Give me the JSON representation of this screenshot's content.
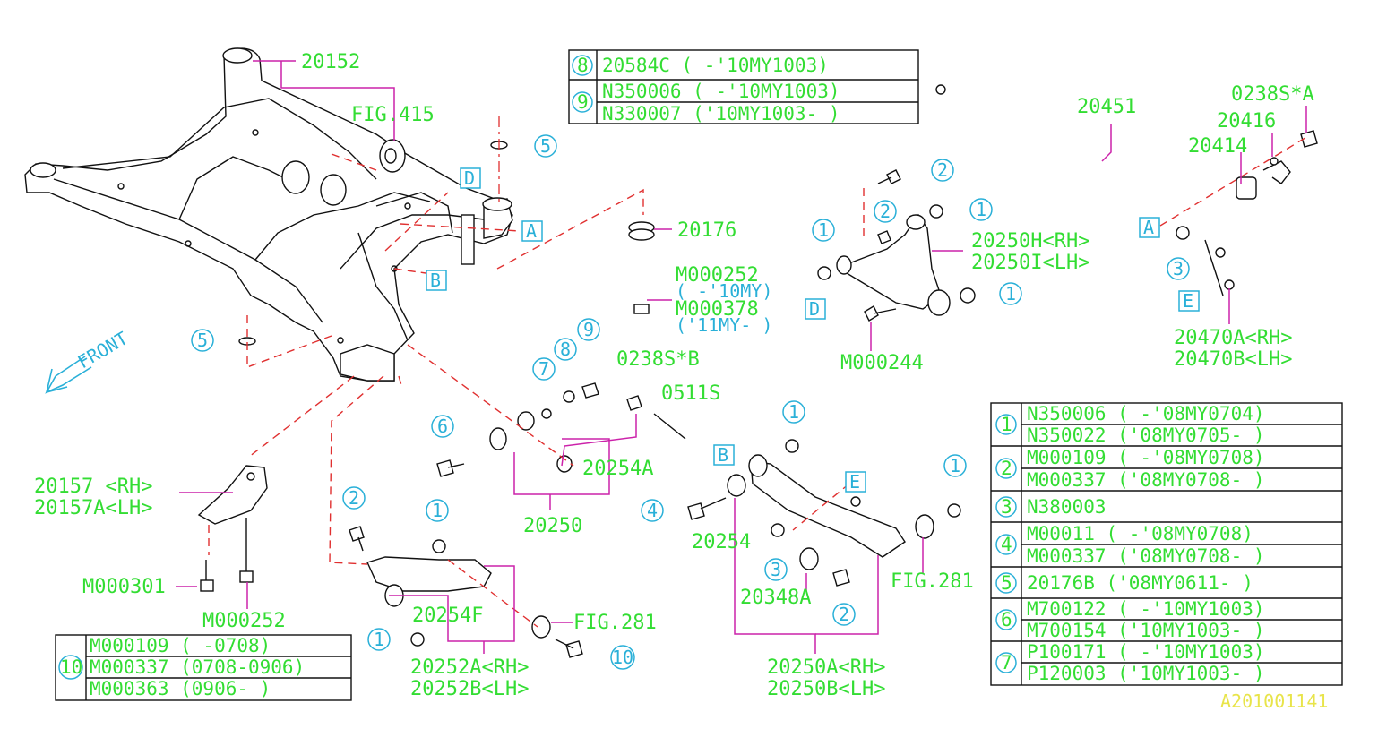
{
  "colors": {
    "part_number": "#33dd33",
    "reference": "#2ab0d8",
    "leader": "#cc22aa",
    "dashed": "#e03030",
    "code": "#e8e44a",
    "line": "#111111"
  },
  "labels": {
    "p20152": "20152",
    "fig415": "FIG.415",
    "p20176": "20176",
    "m000252a": "M000252",
    "m000252a_note": "( -'10MY)",
    "m000378": "M000378",
    "m000378_note": "('11MY- )",
    "p20451": "20451",
    "p0238sa": "0238S*A",
    "p20416": "20416",
    "p20414": "20414",
    "p20250h": "20250H<RH>",
    "p20250i": "20250I<LH>",
    "m000244": "M000244",
    "p20470a": "20470A<RH>",
    "p20470b": "20470B<LH>",
    "p0238sb": "0238S*B",
    "p0511s": "0511S",
    "p20254a": "20254A",
    "p20250": "20250",
    "p20157": "20157 <RH>",
    "p20157a": "20157A<LH>",
    "m000301": "M000301",
    "m000252b": "M000252",
    "p20254f": "20254F",
    "fig281a": "FIG.281",
    "p20252a": "20252A<RH>",
    "p20252b": "20252B<LH>",
    "p20254": "20254",
    "p20348a": "20348A",
    "fig281b": "FIG.281",
    "p20250a": "20250A<RH>",
    "p20250b": "20250B<LH>",
    "front": "FRONT",
    "diagram_code": "A201001141"
  },
  "refs": {
    "one": "1",
    "two": "2",
    "three": "3",
    "four": "4",
    "five": "5",
    "six": "6",
    "seven": "7",
    "eight": "8",
    "nine": "9",
    "ten": "10",
    "A": "A",
    "B": "B",
    "D": "D",
    "E": "E"
  },
  "top_table": {
    "rows": [
      {
        "num": "8",
        "lines": [
          "20584C (    -'10MY1003)"
        ]
      },
      {
        "num": "9",
        "lines": [
          "N350006 (    -'10MY1003)",
          "N330007 ('10MY1003-    )"
        ]
      }
    ]
  },
  "right_table": {
    "rows": [
      {
        "num": "1",
        "lines": [
          "N350006 (     -'08MY0704)",
          "N350022 ('08MY0705-     )"
        ]
      },
      {
        "num": "2",
        "lines": [
          "M000109 (     -'08MY0708)",
          "M000337 ('08MY0708-     )"
        ]
      },
      {
        "num": "3",
        "lines": [
          "N380003"
        ]
      },
      {
        "num": "4",
        "lines": [
          "M00011  (     -'08MY0708)",
          "M000337 ('08MY0708-     )"
        ]
      },
      {
        "num": "5",
        "lines": [
          "20176B  ('08MY0611-    )"
        ]
      },
      {
        "num": "6",
        "lines": [
          "M700122 (     -'10MY1003)",
          "M700154 ('10MY1003-     )"
        ]
      },
      {
        "num": "7",
        "lines": [
          "P100171 (     -'10MY1003)",
          "P120003 ('10MY1003-     )"
        ]
      }
    ]
  },
  "left_table": {
    "num": "10",
    "lines": [
      "M000109 (  -0708)",
      "M000337 (0708-0906)",
      "M000363 (0906-  )"
    ]
  }
}
